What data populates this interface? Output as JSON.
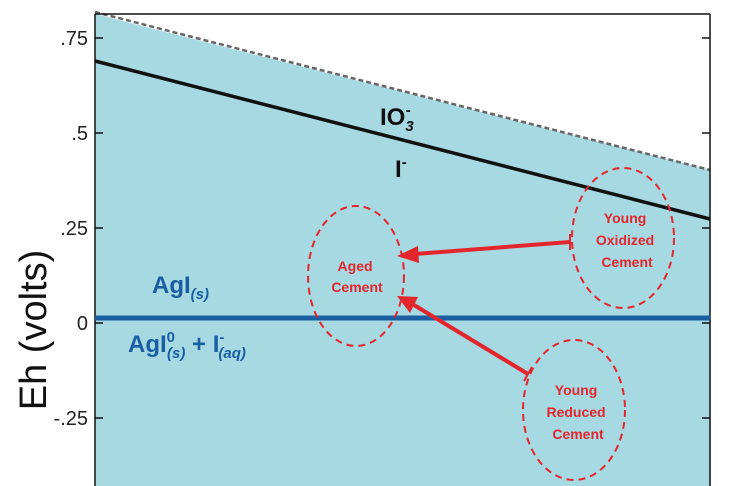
{
  "axis": {
    "ylabel": "Eh (volts)",
    "y_ticks": [
      {
        "value": 0.75,
        "label": ".75"
      },
      {
        "value": 0.5,
        "label": ".5"
      },
      {
        "value": 0.25,
        "label": ".25"
      },
      {
        "value": 0,
        "label": "0"
      },
      {
        "value": -0.25,
        "label": "-.25"
      }
    ]
  },
  "labels": {
    "io3": {
      "base": "IO",
      "sub": "3",
      "sup": "-"
    },
    "iodide": {
      "base": "I",
      "sup": "-"
    },
    "agi_solid": {
      "base": "AgI",
      "sub": "(s)"
    },
    "agi_reduced": {
      "base": "AgI",
      "sup": "0",
      "sub": "(s)",
      "plus": " + I",
      "sup2": "-",
      "sub2": "(aq)"
    }
  },
  "cement": {
    "aged": [
      "Aged",
      "Cement"
    ],
    "young_oxidized": [
      "Young",
      "Oxidized",
      "Cement"
    ],
    "young_reduced": [
      "Young",
      "Reduced",
      "Cement"
    ]
  },
  "colors": {
    "background": "#a7d9e3",
    "io3_line": "#111111",
    "agi_line": "#1a5ea2",
    "cement": "#e3262c",
    "dashed_boundary": "#666666"
  }
}
